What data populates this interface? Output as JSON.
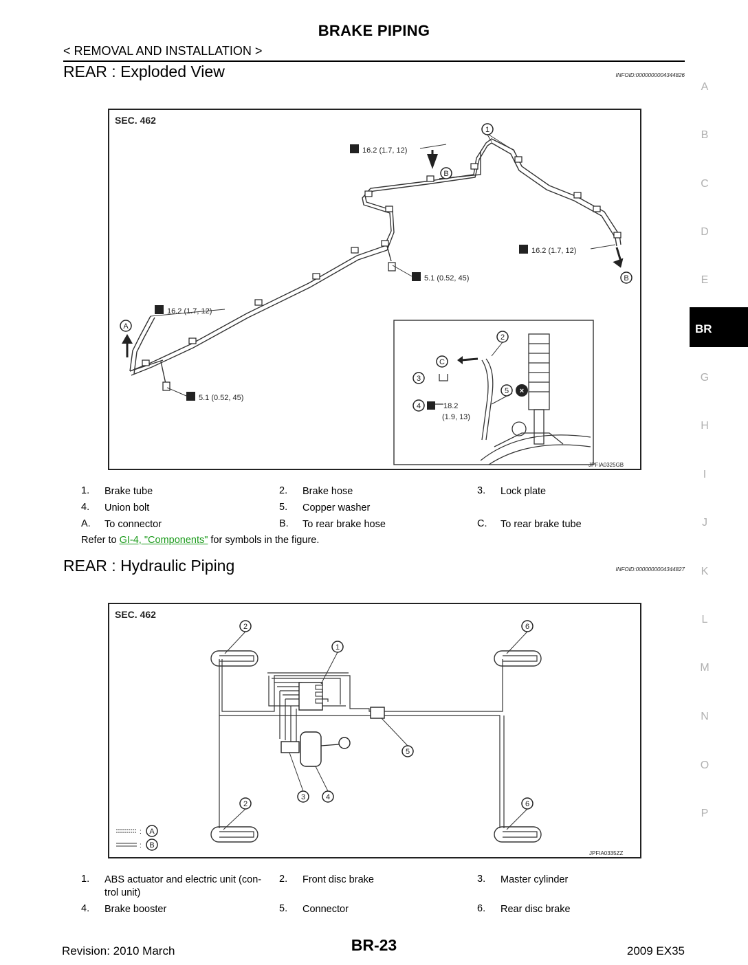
{
  "header": {
    "title": "BRAKE PIPING",
    "breadcrumb": "< REMOVAL AND INSTALLATION >"
  },
  "section1": {
    "title": "REAR : Exploded View",
    "infoid": "INFOID:0000000004344826",
    "figure": {
      "sec": "SEC. 462",
      "code": "JPFIA0325GB",
      "torque_top": "16.2 (1.7, 12)",
      "torque_right": "16.2 (1.7, 12)",
      "torque_left": "16.2 (1.7, 12)",
      "torque_mid": "5.1 (0.52, 45)",
      "torque_low": "5.1 (0.52, 45)",
      "inset_torque_a": "18.2",
      "inset_torque_b": "(1.9, 13)"
    },
    "legend": [
      [
        {
          "n": "1.",
          "t": "Brake tube"
        },
        {
          "n": "2.",
          "t": "Brake hose"
        },
        {
          "n": "3.",
          "t": "Lock plate"
        }
      ],
      [
        {
          "n": "4.",
          "t": "Union bolt"
        },
        {
          "n": "5.",
          "t": "Copper washer"
        }
      ],
      [
        {
          "n": "A.",
          "t": "To connector"
        },
        {
          "n": "B.",
          "t": "To rear brake hose"
        },
        {
          "n": "C.",
          "t": "To rear brake tube"
        }
      ]
    ],
    "refer_prefix": "Refer to ",
    "refer_link": "GI-4, \"Components\"",
    "refer_suffix": " for symbols in the figure."
  },
  "section2": {
    "title": "REAR : Hydraulic Piping",
    "infoid": "INFOID:0000000004344827",
    "figure": {
      "sec": "SEC. 462",
      "code": "JPFIA0335ZZ"
    },
    "legend": [
      [
        {
          "n": "1.",
          "t": "ABS actuator and electric unit (con-trol unit)"
        },
        {
          "n": "2.",
          "t": "Front disc brake"
        },
        {
          "n": "3.",
          "t": "Master cylinder"
        }
      ],
      [
        {
          "n": "4.",
          "t": "Brake booster"
        },
        {
          "n": "5.",
          "t": "Connector"
        },
        {
          "n": "6.",
          "t": "Rear disc brake"
        }
      ]
    ]
  },
  "callouts": {
    "one": "1",
    "two": "2",
    "three": "3",
    "four": "4",
    "five": "5",
    "six": "6",
    "A": "A",
    "B": "B",
    "C": "C"
  },
  "side_index": [
    "A",
    "B",
    "C",
    "D",
    "E",
    "G",
    "H",
    "I",
    "J",
    "K",
    "L",
    "M",
    "N",
    "O",
    "P"
  ],
  "side_tab": "BR",
  "footer": {
    "revision": "Revision: 2010 March",
    "page": "BR-23",
    "model": "2009 EX35"
  }
}
